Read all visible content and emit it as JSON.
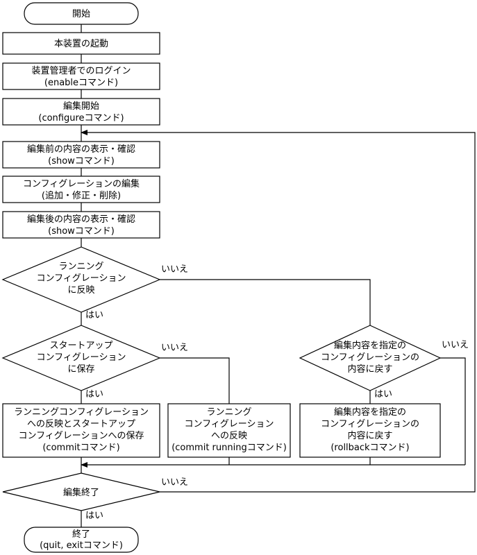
{
  "nodes": {
    "start": "開始",
    "boot": "本装置の起動",
    "login": [
      "装置管理者でのログイン",
      "(enableコマンド)"
    ],
    "edit_start": [
      "編集開始",
      "(configureコマンド)"
    ],
    "show_before": [
      "編集前の内容の表示・確認",
      "(showコマンド)"
    ],
    "edit_config": [
      "コンフィグレーションの編集",
      "(追加・修正・削除)"
    ],
    "show_after": [
      "編集後の内容の表示・確認",
      "(showコマンド)"
    ],
    "dec_running": [
      "ランニング",
      "コンフィグレーション",
      "に反映"
    ],
    "dec_startup": [
      "スタートアップ",
      "コンフィグレーション",
      "に保存"
    ],
    "dec_rollback": [
      "編集内容を指定の",
      "コンフィグレーションの",
      "内容に戻す"
    ],
    "commit": [
      "ランニングコンフィグレーション",
      "への反映とスタートアップ",
      "コンフィグレーションへの保存",
      "(commitコマンド)"
    ],
    "commit_running": [
      "ランニング",
      "コンフィグレーション",
      "への反映",
      "(commit runningコマンド)"
    ],
    "rollback": [
      "編集内容を指定の",
      "コンフィグレーションの",
      "内容に戻す",
      "(rollbackコマンド)"
    ],
    "dec_end": "編集終了",
    "end": [
      "終了",
      "(quit, exitコマンド)"
    ]
  },
  "edge_labels": {
    "yes": "はい",
    "no": "いいえ"
  }
}
